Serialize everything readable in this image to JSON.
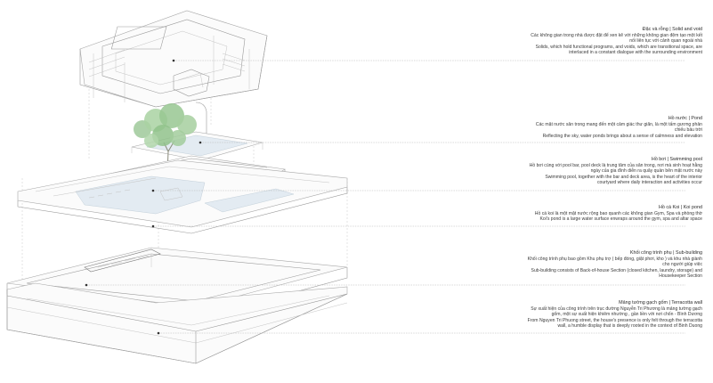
{
  "annotations": [
    {
      "title": "Đặc và rỗng  |  Solid and void",
      "lines": [
        "Các không gian trong nhà được đặt để xen kẽ với những không gian đệm tạo một kết",
        "nối liên tục với cảnh quan ngoài nhà",
        "Solids, which hold functional programs, and voids, which are transitional space, are",
        "interlaced in a constant dialogue with the surrounding environment"
      ]
    },
    {
      "title": "Hồ nước  |  Pond",
      "lines": [
        "Các mặt nước sân trong mang đến một cảm giác thư giãn, là một tấm gương phản",
        "chiếu bầu trời",
        "Reflecting the sky, water ponds brings about a sense of calmness and elevation"
      ]
    },
    {
      "title": "Hồ bơi  |  Swimming pool",
      "lines": [
        "Hồ bơi cùng với pool bar, pool deck là trung tâm của sân trong, nơi mà sinh hoạt hằng",
        "ngày của gia đình diễn ra quây quần bên mặt nước này",
        "Swimming pool, together with the bar and deck area, is the heart of the interior",
        "courtyard where daily interaction and activities occur"
      ]
    },
    {
      "title": "Hồ cá Koi  |  Koi pond",
      "lines": [
        "Hồ cá koi là một mặt nước rộng bao quanh các không gian Gym, Spa và phòng thờ",
        "Koi's pond is a large water surface enwraps around the gym, spa and altar space"
      ]
    },
    {
      "title": "Khối công trình phụ  |  Sub-building",
      "lines": [
        "Khối công trình phụ bao gồm Khu phụ trợ ( bếp đóng, giặt phơi, kho ) và khu nhà giành",
        "cho người giúp việc",
        "Sub-building consists of Back-of-house Section (closed kitchen, laundry, storage) and",
        "Housekeeper Section"
      ]
    },
    {
      "title": "Mảng tường gạch gốm  |  Terracotta wall",
      "lines": [
        "Sự xuất hiện của công trình trên trục đường Nguyễn Tri Phương là mảng tường gạch",
        "gốm, một sự xuất hiện khiêm nhường , gần liền với nơi chốn - Bình Dương",
        "From Nguyen Tri Phuong street, the house's presence is only felt through the terracotta",
        "wall, a humble display that is deeply rooted in the context of Binh Duong"
      ]
    }
  ]
}
